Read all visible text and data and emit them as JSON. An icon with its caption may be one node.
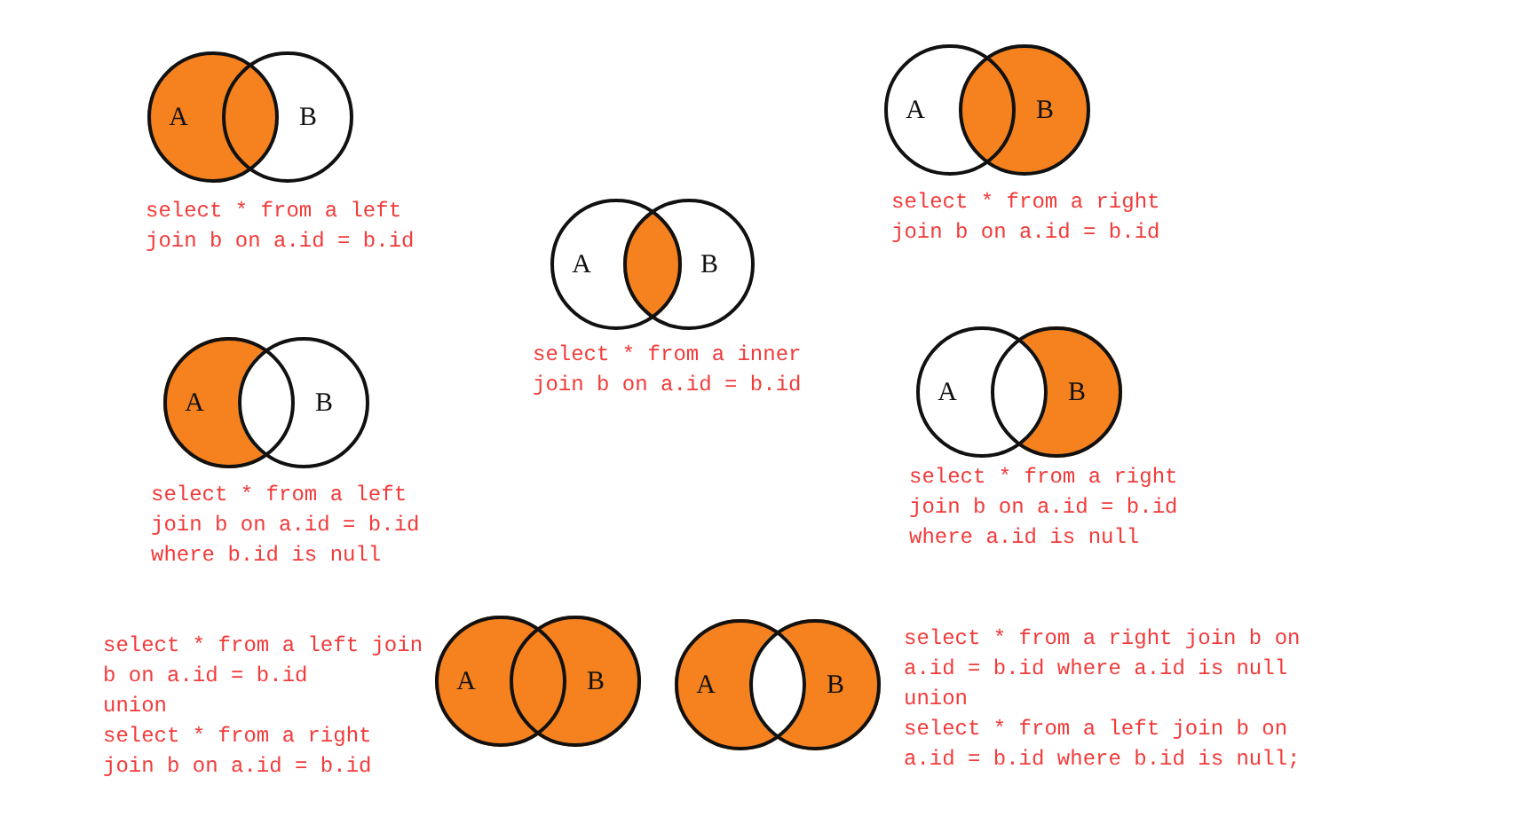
{
  "diagram": {
    "nodes": [
      {
        "text": [
          "A"
        ]
      },
      {
        "text": [
          "B"
        ]
      },
      {
        "text": [
          "A"
        ]
      },
      {
        "text": [
          "B"
        ]
      },
      {
        "text": [
          "A"
        ]
      },
      {
        "text": [
          "B"
        ]
      },
      {
        "text": [
          "A"
        ]
      },
      {
        "text": [
          "B"
        ]
      },
      {
        "text": [
          "A"
        ]
      },
      {
        "text": [
          "B"
        ]
      },
      {
        "text": [
          "A"
        ]
      },
      {
        "text": [
          "B"
        ]
      },
      {
        "text": [
          "A"
        ]
      },
      {
        "text": [
          "B"
        ]
      }
    ],
    "labels": [
      "select * from a left join b on a.id = b.id",
      "select * from a right join b on a.id = b.id",
      "select * from a inner join b on a.id = b.id",
      "select * from a left join b on a.id = b.id where b.id is null",
      "select * from a right join b on a.id = b.id where a.id is null",
      "select * from a left join b on a.id = b.id",
      "union",
      "select * from a right join b on a.id = b.id",
      "select * from a right join b on a.id = b.id where a.id is null",
      "union",
      "select * from a left join b on a.id = b.id where b.id is null;"
    ]
  }
}
